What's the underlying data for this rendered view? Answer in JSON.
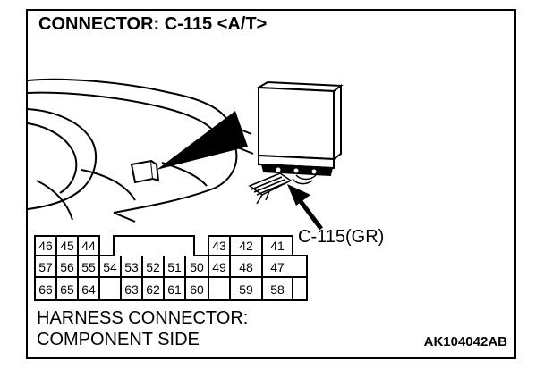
{
  "title": "CONNECTOR: C-115 <A/T>",
  "callout": "C-115(GR)",
  "footer": {
    "line1": "HARNESS CONNECTOR:",
    "line2": "COMPONENT SIDE"
  },
  "figure_id": "AK104042AB",
  "connector": {
    "pins": {
      "p46": "46",
      "p45": "45",
      "p44": "44",
      "p43": "43",
      "p42": "42",
      "p41": "41",
      "p57": "57",
      "p56": "56",
      "p55": "55",
      "p54": "54",
      "p53": "53",
      "p52": "52",
      "p51": "51",
      "p50": "50",
      "p49": "49",
      "p48": "48",
      "p47": "47",
      "p66": "66",
      "p65": "65",
      "p64": "64",
      "p63": "63",
      "p62": "62",
      "p61": "61",
      "p60": "60",
      "p59": "59",
      "p58": "58"
    }
  }
}
